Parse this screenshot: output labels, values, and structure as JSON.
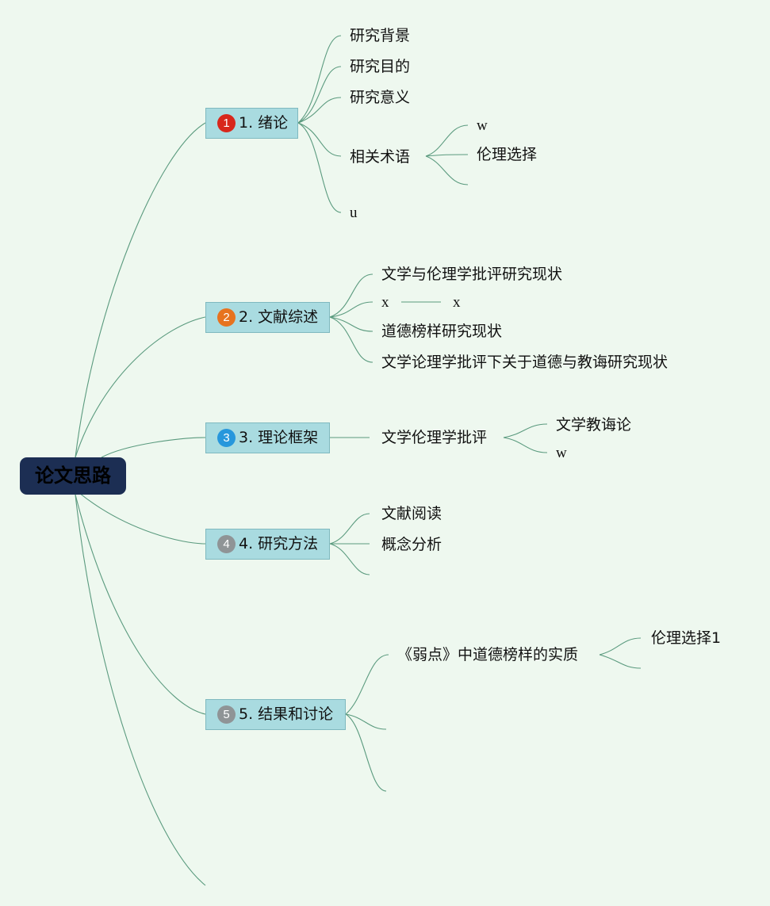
{
  "root": {
    "label": "论文思路"
  },
  "topics": [
    {
      "num": "1",
      "label": "1. 绪论",
      "children": [
        "研究背景",
        "研究目的",
        "研究意义",
        "相关术语",
        "u"
      ],
      "grandchildren": [
        "w",
        "伦理选择"
      ]
    },
    {
      "num": "2",
      "label": "2. 文献综述",
      "children": [
        "文学与伦理学批评研究现状",
        "x",
        "道德榜样研究现状",
        "文学论理学批评下关于道德与教诲研究现状"
      ],
      "grandchildren": [
        "x"
      ]
    },
    {
      "num": "3",
      "label": "3. 理论框架",
      "children": [
        "文学伦理学批评"
      ],
      "grandchildren": [
        "文学教诲论",
        "w"
      ]
    },
    {
      "num": "4",
      "label": "4. 研究方法",
      "children": [
        "文献阅读",
        "概念分析"
      ]
    },
    {
      "num": "5",
      "label": "5. 结果和讨论",
      "children": [
        "《弱点》中道德榜样的实质"
      ],
      "grandchildren": [
        "伦理选择1"
      ]
    }
  ],
  "colors": {
    "background": "#eef8ef",
    "root_fill": "#1c2e53",
    "topic_fill": "#a9dbe0",
    "line": "#5a9a7e",
    "badge_1": "#d8271c",
    "badge_2": "#e7731f",
    "badge_3": "#2797dc",
    "badge_4": "#8f9496",
    "badge_5": "#8f9496"
  }
}
